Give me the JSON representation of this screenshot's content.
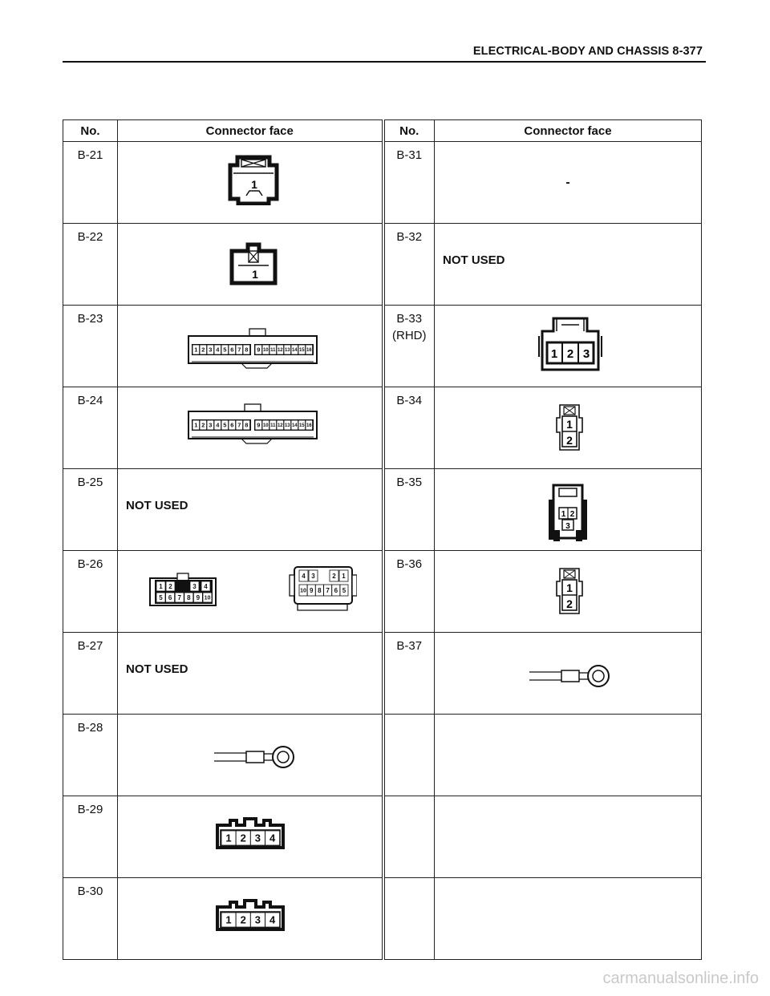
{
  "header": {
    "title": "ELECTRICAL-BODY AND CHASSIS  8-377"
  },
  "table": {
    "columns": [
      "No.",
      "Connector face",
      "No.",
      "Connector face"
    ],
    "rows": [
      {
        "left_no": "B-21",
        "right_no": "B-31",
        "right_text": "-"
      },
      {
        "left_no": "B-22",
        "right_no": "B-32",
        "right_text": "NOT USED"
      },
      {
        "left_no": "B-23",
        "right_no": "B-33",
        "right_sub": "(RHD)"
      },
      {
        "left_no": "B-24",
        "right_no": "B-34"
      },
      {
        "left_no": "B-25",
        "left_text": "NOT USED",
        "right_no": "B-35"
      },
      {
        "left_no": "B-26",
        "right_no": "B-36"
      },
      {
        "left_no": "B-27",
        "left_text": "NOT USED",
        "right_no": "B-37"
      },
      {
        "left_no": "B-28",
        "right_no": ""
      },
      {
        "left_no": "B-29",
        "right_no": ""
      },
      {
        "left_no": "B-30",
        "right_no": ""
      }
    ]
  },
  "pins": {
    "one": "1",
    "two": "2",
    "three": "3",
    "p1234": [
      "1",
      "2",
      "3",
      "4"
    ],
    "p16": [
      "1",
      "2",
      "3",
      "4",
      "5",
      "6",
      "7",
      "8",
      "9",
      "10",
      "11",
      "12",
      "13",
      "14",
      "15",
      "16"
    ],
    "b26_top": [
      "1",
      "2",
      "3",
      "4"
    ],
    "b26_bottom": [
      "5",
      "6",
      "7",
      "8",
      "9",
      "10"
    ],
    "b26b_top": [
      "4",
      "3",
      "2",
      "1"
    ],
    "b26b_bottom": [
      "10",
      "9",
      "8",
      "7",
      "6",
      "5"
    ]
  },
  "footer": {
    "watermark": "carmanualsonline.info"
  }
}
